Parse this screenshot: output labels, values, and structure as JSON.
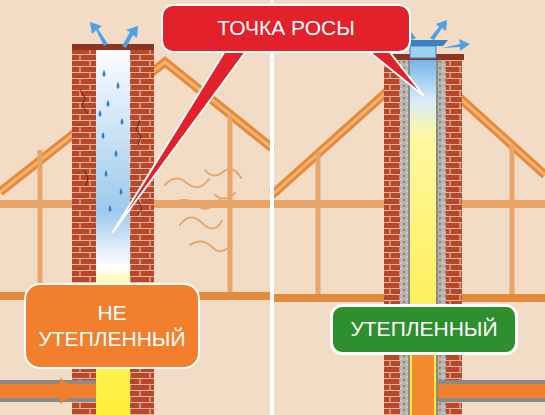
{
  "diagram": {
    "nodes": [
      {
        "text": [
          "ТОЧКА РОСЫ"
        ]
      },
      {
        "text": [
          "НЕ УТЕПЛЕННЫЙ"
        ]
      },
      {
        "text": [
          "УТЕПЛЕННЫЙ"
        ]
      }
    ]
  }
}
